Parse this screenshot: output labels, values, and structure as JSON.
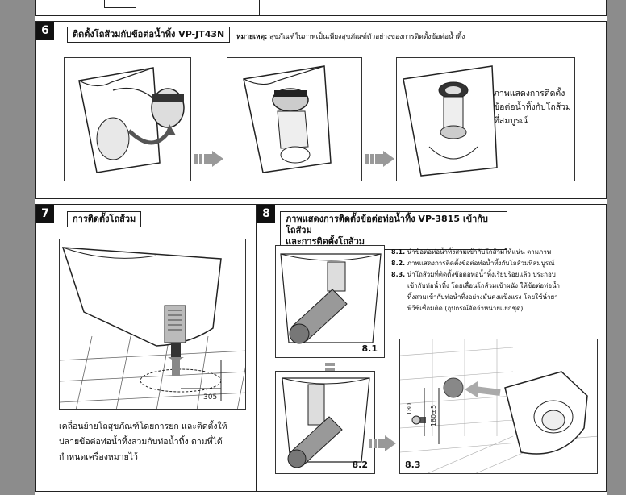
{
  "step6": {
    "number": "6",
    "title": "ติดตั้งโถส้วมกับข้อต่อน้ำทิ้ง VP-JT43N",
    "note_label": "หมายเหตุ:",
    "note_text": "สุขภัณฑ์ในภาพเป็นเพียงสุขภัณฑ์ตัวอย่างของการติดตั้งข้อต่อน้ำทิ้ง",
    "caption_lines": [
      "ภาพแสดงการติดตั้ง",
      "ข้อต่อน้ำทิ้งกับโถส้วม",
      "ที่สมบูรณ์"
    ]
  },
  "step7": {
    "number": "7",
    "title": "การติดตั้งโถส้วม",
    "dimension": "305",
    "caption_lines": [
      "เคลื่อนย้ายโถสุขภัณฑ์โดยการยก และติดตั้งให้",
      "ปลายข้อต่อท่อน้ำทิ้งสวมกับท่อน้ำทิ้ง ตามที่ได้",
      "กำหนดเครื่องหมายไว้"
    ]
  },
  "step8": {
    "number": "8",
    "title_line1": "ภาพแสดงการติดตั้งข้อต่อท่อน้ำทิ้ง VP-3815 เข้ากับโถส้วม",
    "title_line2": "และการติดตั้งโถส้วม",
    "items": [
      {
        "id": "8.1.",
        "text": "นำข้อต่อท่อน้ำทิ้งสวมเข้ากับโถส้วมให้แน่น ตามภาพ"
      },
      {
        "id": "8.2.",
        "text": "ภาพแสดงการติดตั้งข้อต่อท่อน้ำทิ้งกับโถส้วมที่สมบูรณ์"
      },
      {
        "id": "8.3.",
        "text": "นำโถส้วมที่ติดตั้งข้อต่อท่อน้ำทิ้งเรียบร้อยแล้ว ประกอบ"
      }
    ],
    "item3_continuation": [
      "เข้ากับท่อน้ำทิ้ง โดยเลื่อนโถส้วมเข้าผนัง ให้ข้อต่อท่อน้ำ",
      "ทิ้งสวมเข้ากับท่อน้ำทิ้งอย่างมั่นคงแข็งแรง โดยใช้น้ำยา",
      "พีวีซีเชื่อมติด (อุปกรณ์จัดจำหน่ายแยกชุด)"
    ],
    "panel_labels": [
      "8.1",
      "8.2",
      "8.3"
    ],
    "dim_a": "180",
    "dim_b": "180±5"
  }
}
